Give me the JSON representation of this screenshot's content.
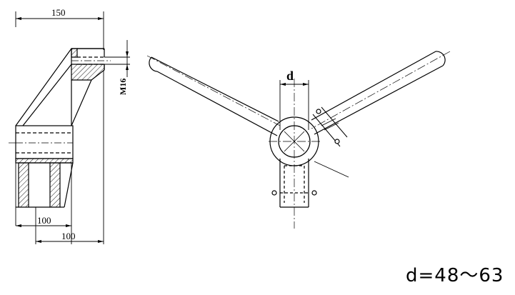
{
  "left_view": {
    "dim_top": "150",
    "dim_thread": "M16",
    "dim_bottom_inner": "100",
    "dim_bottom_outer": "100"
  },
  "right_view": {
    "dim_bore": "d"
  },
  "caption": "d=48～63"
}
